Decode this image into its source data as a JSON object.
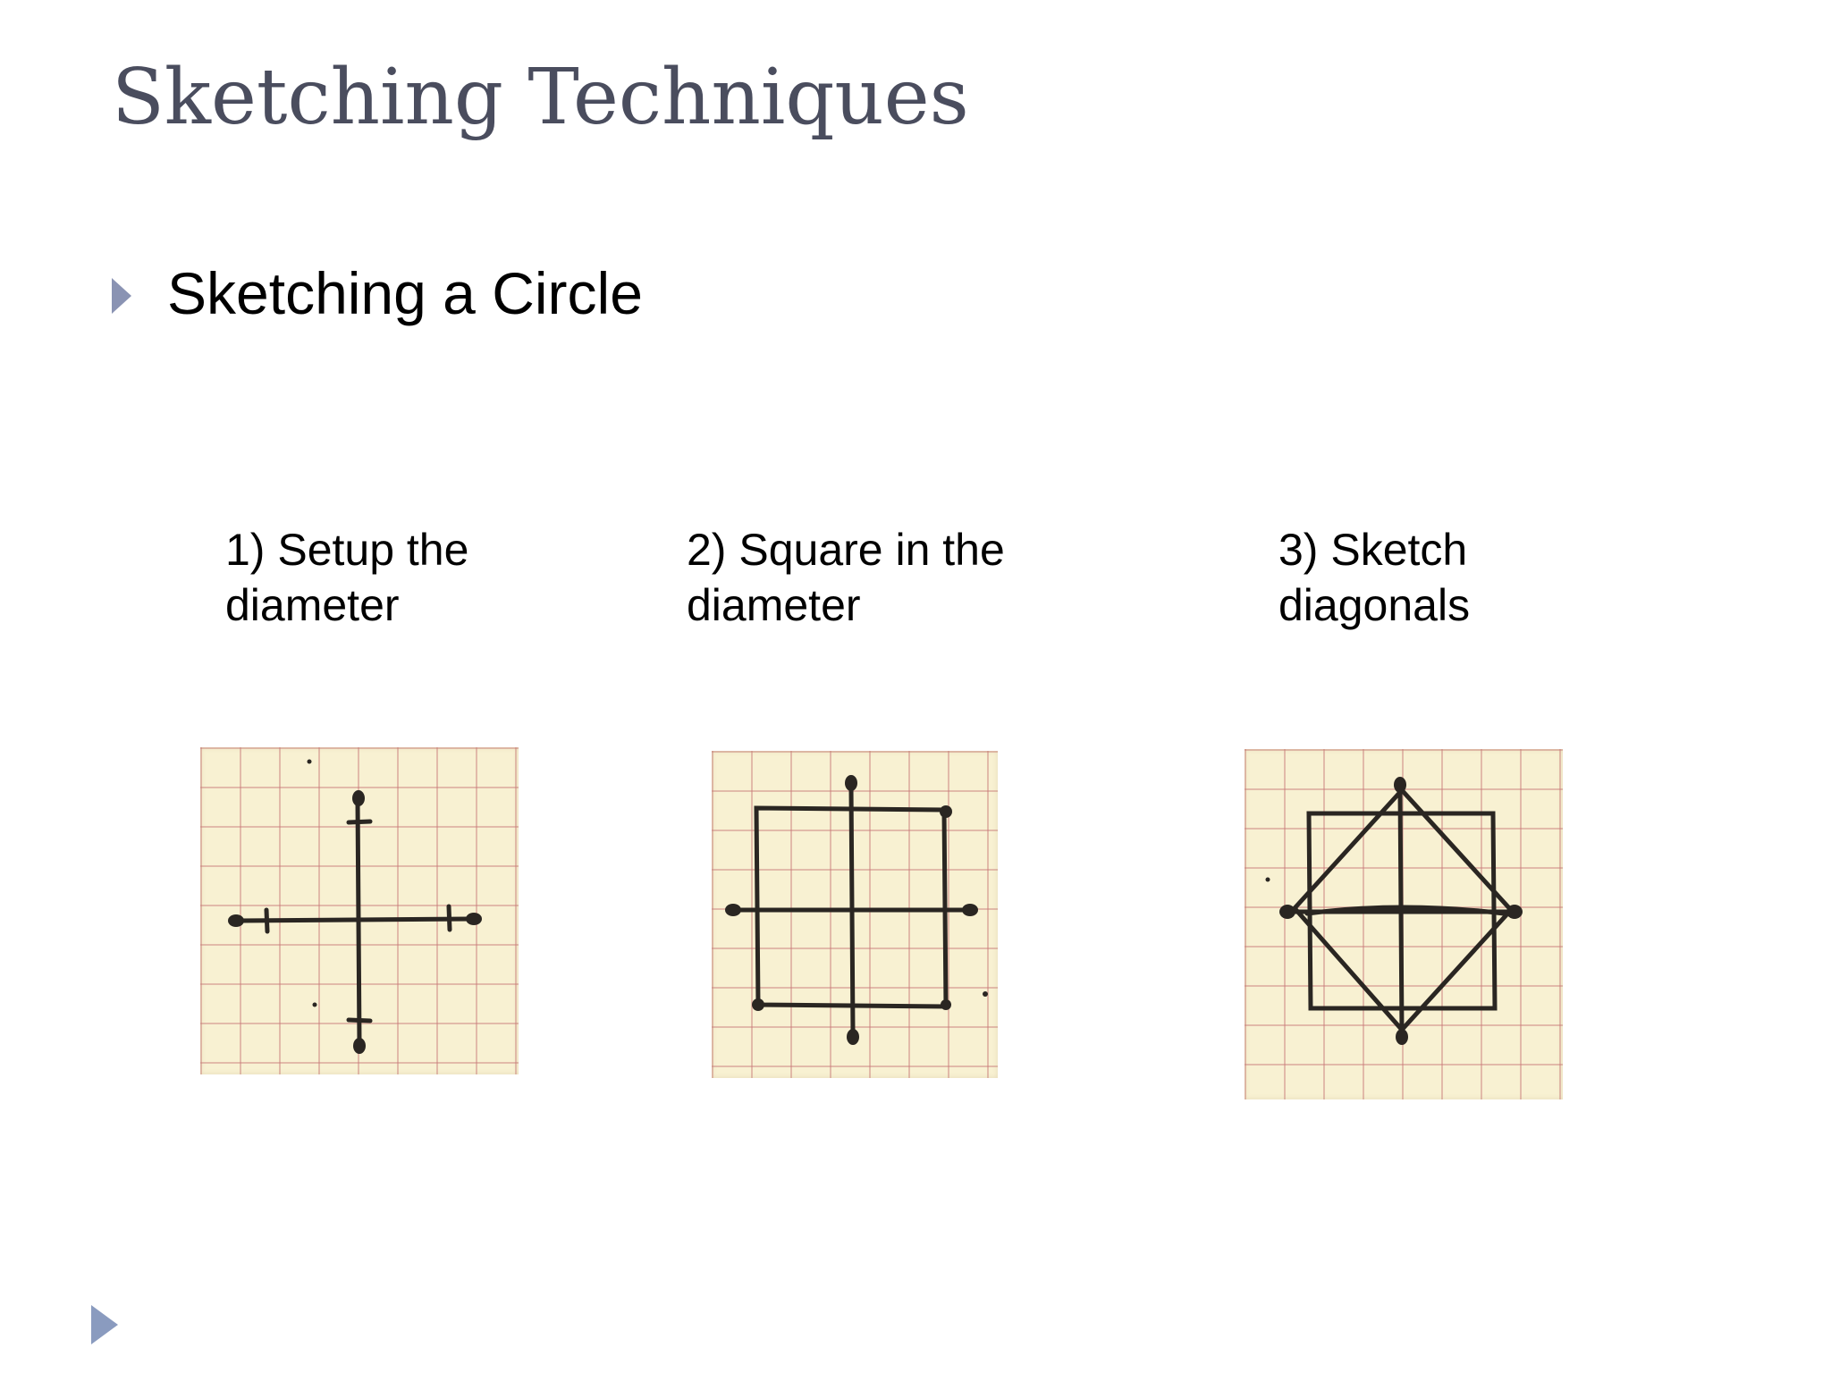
{
  "slide": {
    "title": "Sketching Techniques",
    "bullet": "Sketching a Circle",
    "steps": [
      {
        "line1": "1) Setup the",
        "line2": "diameter"
      },
      {
        "line1": "2) Square in the",
        "line2": "diameter"
      },
      {
        "line1": "3) Sketch",
        "line2": "diagonals"
      }
    ]
  },
  "colors": {
    "title": "#4a4d5e",
    "bullet_icon": "#8a93b3",
    "grid_paper": "#f8f1d2",
    "grid_lines": "#c87878",
    "pencil": "#2a2622",
    "corner_icon": "#8a9bbf"
  },
  "icons": {
    "bullet": "triangle-right-icon",
    "nav": "triangle-right-icon"
  }
}
